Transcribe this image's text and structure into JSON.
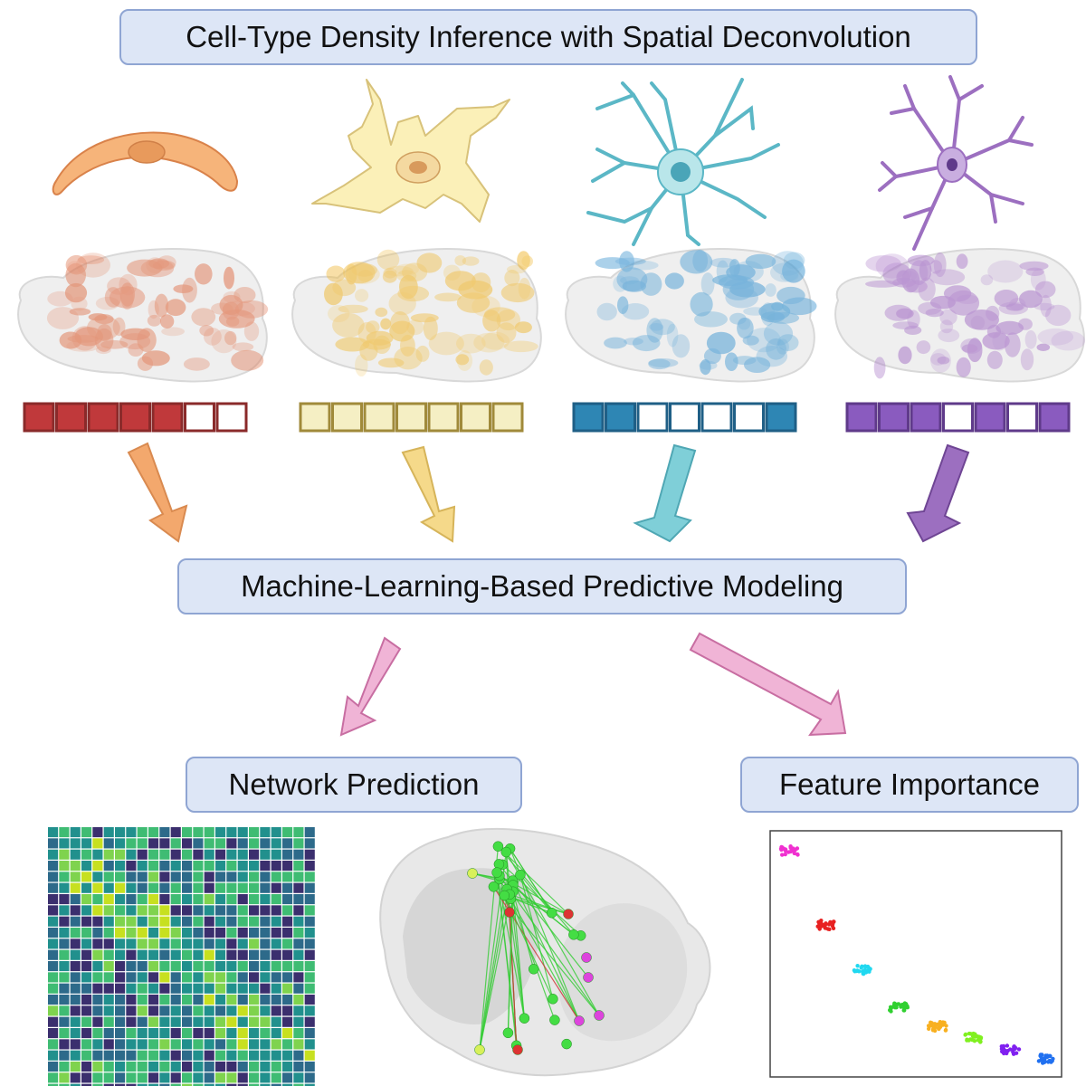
{
  "title": "Cell-Type Density Inference with Spatial Deconvolution",
  "modeling_label": "Machine-Learning-Based Predictive Modeling",
  "network_label": "Network Prediction",
  "feature_label": "Feature Importance",
  "colors": {
    "orange": "#f3a86d",
    "yellow": "#f5d98a",
    "cyan": "#7fcfd8",
    "purple": "#9c6fc0",
    "pink": "#f0b4d6",
    "box_fill": "#dde6f6",
    "box_border": "#8fa5d3"
  },
  "cell_types": [
    {
      "name": "fibroblast-like",
      "fill": "#f6b47a",
      "stroke": "#d9824a",
      "map": "#e07a55",
      "bar_fill": "#c0393b",
      "bar_stroke": "#8a2a2a",
      "bar": [
        1,
        1,
        1,
        1,
        1,
        0,
        0
      ],
      "arrow": "#f3a86d"
    },
    {
      "name": "neuron",
      "fill": "#fbf0b8",
      "stroke": "#d8c27a",
      "map": "#f0bd45",
      "bar_fill": "#f5efc4",
      "bar_stroke": "#a08a3a",
      "bar": [
        0.3,
        0.3,
        0.3,
        0.3,
        0.3,
        0.3,
        0.3
      ],
      "arrow": "#f5d98a"
    },
    {
      "name": "astrocyte",
      "fill": "#b9e6ea",
      "stroke": "#5bb7c6",
      "map": "#4f9fd4",
      "bar_fill": "#2e86b4",
      "bar_stroke": "#1f5f86",
      "bar": [
        1,
        1,
        0,
        0,
        0,
        0,
        1
      ],
      "arrow": "#7fcfd8"
    },
    {
      "name": "microglia",
      "fill": "#c9aee0",
      "stroke": "#8f6bb5",
      "map": "#a978c8",
      "bar_fill": "#8a5bbf",
      "bar_stroke": "#5f3a8a",
      "bar": [
        1,
        1,
        1,
        0,
        1,
        0,
        1
      ],
      "arrow": "#9c6fc0"
    }
  ],
  "feature_points": [
    {
      "color": "#f030d0"
    },
    {
      "color": "#e82020"
    },
    {
      "color": "#20d8f0"
    },
    {
      "color": "#30d030"
    },
    {
      "color": "#f8b020"
    },
    {
      "color": "#80f020"
    },
    {
      "color": "#8020f0"
    },
    {
      "color": "#2070f0"
    }
  ],
  "heatmap": {
    "rows": 24,
    "cols": 24,
    "palette": [
      "#3b2f6e",
      "#2d6a8a",
      "#21908d",
      "#3fbc73",
      "#7fd34e",
      "#c7e020"
    ]
  }
}
